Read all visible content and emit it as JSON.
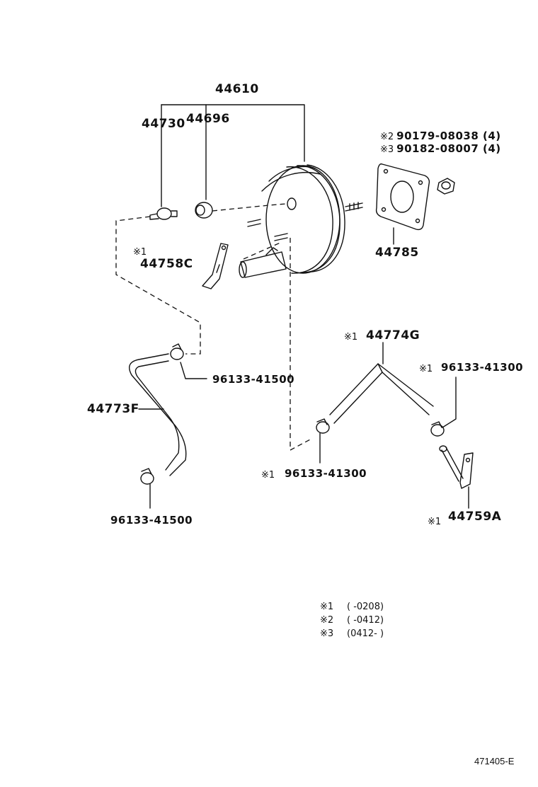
{
  "parts": {
    "booster": "44610",
    "check_valve": "44730",
    "grommet": "44696",
    "bolt1_mark": "※2",
    "bolt1": "90179-08038 (4)",
    "bolt2_mark": "※3",
    "bolt2": "90182-08007 (4)",
    "gasket": "44785",
    "bracket_c_mark": "※1",
    "bracket_c": "44758C",
    "hose_g_mark": "※1",
    "hose_g": "44774G",
    "clip_right_mark": "※1",
    "clip_right": "96133-41300",
    "clip_upper": "96133-41500",
    "hose_f": "44773F",
    "clip_center_mark": "※1",
    "clip_center": "96133-41300",
    "clip_lower": "96133-41500",
    "bracket_a_mark": "※1",
    "bracket_a": "44759A"
  },
  "legend": [
    {
      "mark": "※1",
      "range": "(        -0208)"
    },
    {
      "mark": "※2",
      "range": "(        -0412)"
    },
    {
      "mark": "※3",
      "range": "(0412-        )"
    }
  ],
  "ref": "471405-E"
}
